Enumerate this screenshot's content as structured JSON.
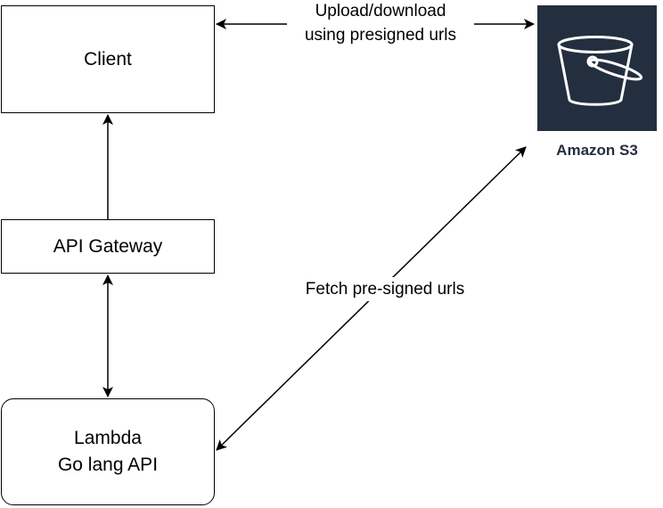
{
  "nodes": {
    "client": {
      "label": "Client"
    },
    "gateway": {
      "label": "API Gateway"
    },
    "lambda": {
      "line1": "Lambda",
      "line2": "Go lang API"
    },
    "s3": {
      "label": "Amazon S3",
      "icon": "bucket-icon"
    }
  },
  "edges": {
    "upload": {
      "line1": "Upload/download",
      "line2": "using presigned urls"
    },
    "fetch": {
      "label": "Fetch pre-signed urls"
    }
  },
  "colors": {
    "line": "#000000",
    "s3_tile": "#232f3e",
    "s3_icon": "#ffffff",
    "s3_label": "#232f3e"
  }
}
